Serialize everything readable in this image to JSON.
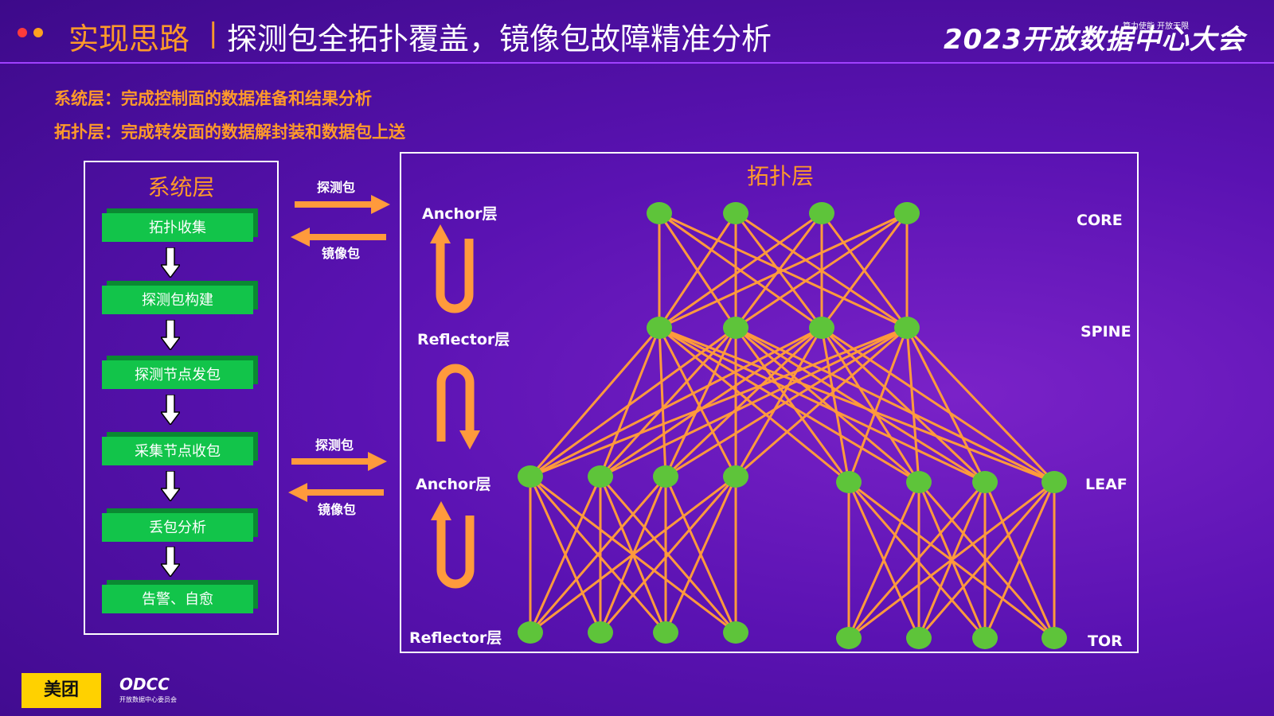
{
  "header": {
    "title_left": "实现思路",
    "separator": "|",
    "title_right": "探测包全拓扑覆盖，镜像包故障精准分析",
    "event_name": "2023开放数据中心大会",
    "event_tagline": "算力使能 开放无限"
  },
  "descriptions": [
    "系统层：完成控制面的数据准备和结果分析",
    "拓扑层：完成转发面的数据解封装和数据包上送"
  ],
  "system_layer": {
    "title": "系统层",
    "steps": [
      "拓扑收集",
      "探测包构建",
      "探测节点发包",
      "采集节点收包",
      "丢包分析",
      "告警、自愈"
    ]
  },
  "between": {
    "top": {
      "probe": "探测包",
      "mirror": "镜像包"
    },
    "bottom": {
      "probe": "探测包",
      "mirror": "镜像包"
    }
  },
  "topology": {
    "title": "拓扑层",
    "flow_labels": [
      "Anchor层",
      "Reflector层",
      "Anchor层",
      "Reflector层"
    ],
    "tiers": [
      "CORE",
      "SPINE",
      "LEAF",
      "TOR"
    ]
  },
  "footer": {
    "logo": "美团",
    "org": "ODCC",
    "org_sub": "开放数据中心委员会"
  },
  "colors": {
    "accent_orange": "#ff9a2a",
    "node_green": "#5ec43a",
    "step_green": "#12c44a",
    "link_orange": "#ff9a3c"
  }
}
